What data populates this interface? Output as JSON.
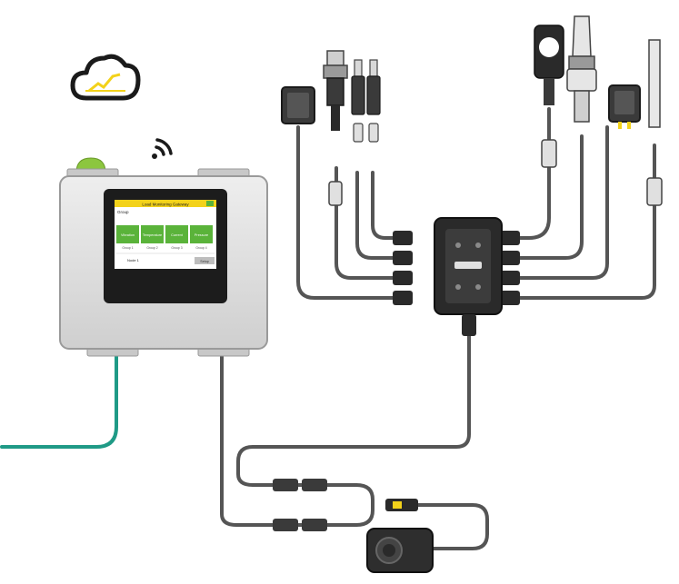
{
  "controller": {
    "header": "Load Monitoring Gateway",
    "section_label": "Group",
    "tiles": [
      {
        "label": "Vibration",
        "sub": "Group 1"
      },
      {
        "label": "Temperature",
        "sub": "Group 2"
      },
      {
        "label": "Current",
        "sub": "Group 3"
      },
      {
        "label": "Pressure",
        "sub": "Group 4"
      }
    ],
    "footer_label": "Node 1",
    "footer_button": "Setup"
  },
  "colors": {
    "enclosure": "#dcdcdc",
    "screen_green": "#5ab33a",
    "screen_yellow": "#f3d21a",
    "cable": "#5a5a5a",
    "teal_cable": "#1f9a86",
    "green_light": "#8cc63f"
  },
  "icons": [
    "cloud-icon",
    "wifi-icon"
  ]
}
